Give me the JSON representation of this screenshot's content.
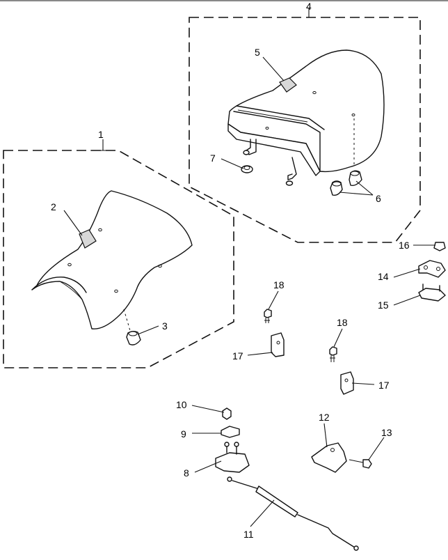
{
  "callouts": {
    "c1": "1",
    "c2": "2",
    "c3": "3",
    "c4": "4",
    "c5": "5",
    "c6": "6",
    "c7": "7",
    "c8": "8",
    "c9": "9",
    "c10": "10",
    "c11": "11",
    "c12": "12",
    "c13": "13",
    "c14": "14",
    "c15": "15",
    "c16": "16",
    "c17a": "17",
    "c17b": "17",
    "c18a": "18",
    "c18b": "18"
  }
}
